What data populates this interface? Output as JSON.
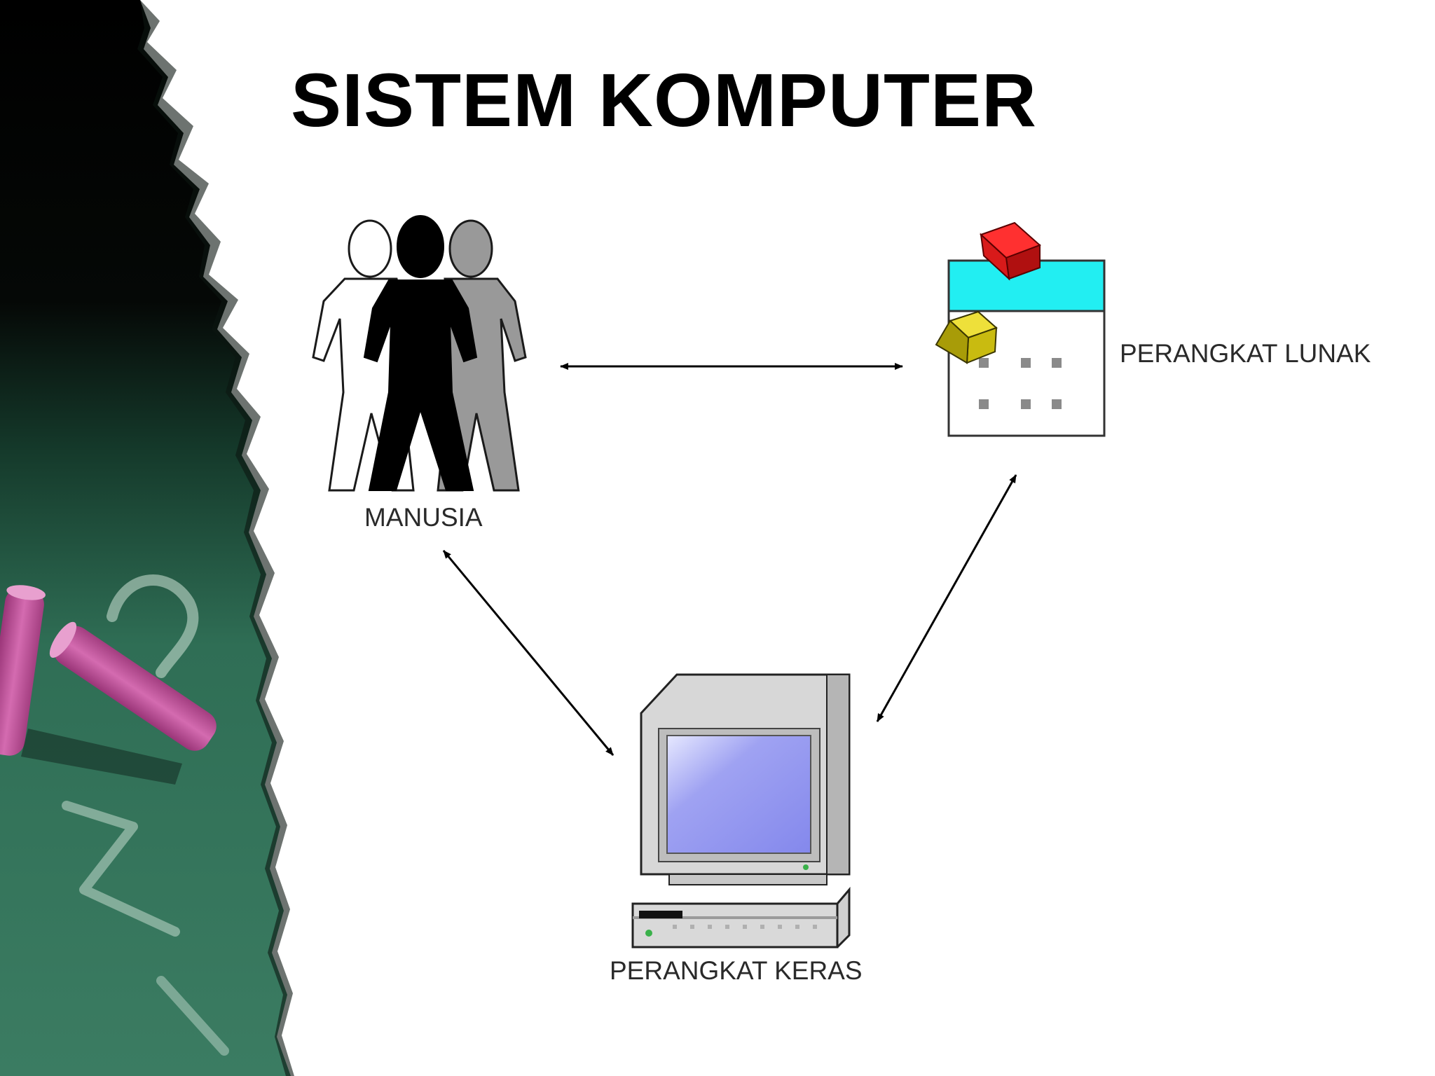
{
  "slide": {
    "title": "SISTEM KOMPUTER"
  },
  "diagram": {
    "nodes": [
      {
        "id": "manusia",
        "label": "MANUSIA",
        "icon": "people-icon"
      },
      {
        "id": "perangkat-lunak",
        "label": "PERANGKAT LUNAK",
        "icon": "software-window-icon"
      },
      {
        "id": "perangkat-keras",
        "label": "PERANGKAT KERAS",
        "icon": "computer-icon"
      }
    ],
    "edges": [
      {
        "from": "manusia",
        "to": "perangkat-lunak",
        "type": "bidirectional"
      },
      {
        "from": "manusia",
        "to": "perangkat-keras",
        "type": "bidirectional"
      },
      {
        "from": "perangkat-lunak",
        "to": "perangkat-keras",
        "type": "bidirectional"
      }
    ]
  },
  "colors": {
    "chalkboard": "#2f6e55",
    "chalk_pink": "#c8589f",
    "software_header": "#22eef2",
    "software_red_block": "#e01818",
    "software_yellow_block": "#d8cc14",
    "monitor_screen": "#8f92f0"
  }
}
